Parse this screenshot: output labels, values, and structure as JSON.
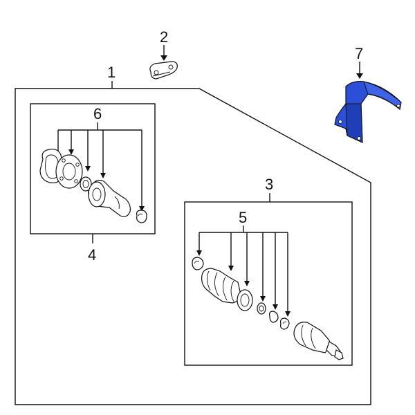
{
  "diagram": {
    "callouts": {
      "c1": "1",
      "c2": "2",
      "c3": "3",
      "c4": "4",
      "c5": "5",
      "c6": "6",
      "c7": "7"
    },
    "colors": {
      "line": "#111111",
      "background": "#ffffff",
      "highlight_part": "#2b4fd6",
      "highlight_part_dark": "#1a2f8a"
    },
    "parts": [
      {
        "callout": "1",
        "shape": "axle-assembly-outline"
      },
      {
        "callout": "2",
        "shape": "bracket-plate"
      },
      {
        "callout": "3",
        "shape": "outer-joint-box"
      },
      {
        "callout": "4",
        "shape": "inner-joint-box"
      },
      {
        "callout": "5",
        "shape": "outer-joint-components"
      },
      {
        "callout": "6",
        "shape": "inner-joint-components"
      },
      {
        "callout": "7",
        "shape": "heat-shield",
        "highlighted": true
      }
    ]
  }
}
